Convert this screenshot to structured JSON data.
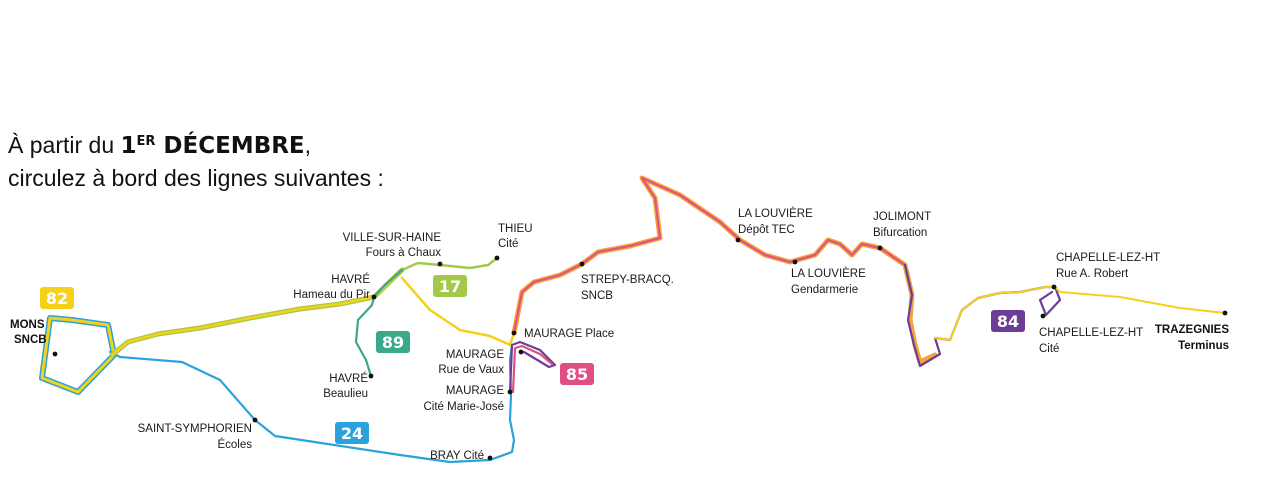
{
  "headline": {
    "line1_prefix": "À partir du ",
    "line1_number": "1",
    "line1_sup": "ER",
    "line1_month": " DÉCEMBRE",
    "line1_suffix": ",",
    "line2": "circulez à bord des lignes suivantes    :"
  },
  "colors": {
    "line_82": "#f5d11a",
    "line_17": "#a3c94a",
    "line_89": "#3aa889",
    "line_24": "#2aa3dc",
    "line_85": "#e04f84",
    "line_84": "#6b3d96",
    "route_orange": "#f2a33a"
  },
  "lines": [
    {
      "id": "82",
      "color": "#f5d11a"
    },
    {
      "id": "17",
      "color": "#a3c94a"
    },
    {
      "id": "89",
      "color": "#3aa889"
    },
    {
      "id": "24",
      "color": "#2aa3dc"
    },
    {
      "id": "85",
      "color": "#e04f84"
    },
    {
      "id": "84",
      "color": "#6b3d96"
    }
  ],
  "stops": {
    "mons_1": "MONS",
    "mons_2": "SNCB",
    "ville_sur_haine_1": "VILLE-SUR-HAINE",
    "ville_sur_haine_2": "Fours à Chaux",
    "thieu_1": "THIEU",
    "thieu_2": "Cité",
    "havre_pir_1": "HAVRÉ",
    "havre_pir_2": "Hameau du Pir",
    "havre_beaulieu_1": "HAVRÉ",
    "havre_beaulieu_2": "Beaulieu",
    "saint_symphorien_1": "SAINT-SYMPHORIEN",
    "saint_symphorien_2": "Écoles",
    "bray": "BRAY Cité",
    "maurage_place": "MAURAGE Place",
    "maurage_vaux_1": "MAURAGE",
    "maurage_vaux_2": "Rue de Vaux",
    "maurage_mj_1": "MAURAGE",
    "maurage_mj_2": "Cité Marie-José",
    "strepy_1": "STREPY-BRACQ.",
    "strepy_2": "SNCB",
    "louviere_depot_1": "LA LOUVIÈRE",
    "louviere_depot_2": "Dépôt TEC",
    "louviere_gend_1": "LA LOUVIÈRE",
    "louviere_gend_2": "Gendarmerie",
    "jolimont_1": "JOLIMONT",
    "jolimont_2": "Bifurcation",
    "chapelle_robert_1": "CHAPELLE-LEZ-HT",
    "chapelle_robert_2": "Rue A. Robert",
    "chapelle_cite_1": "CHAPELLE-LEZ-HT",
    "chapelle_cite_2": "Cité",
    "trazegnies_1": "TRAZEGNIES",
    "trazegnies_2": "Terminus"
  }
}
